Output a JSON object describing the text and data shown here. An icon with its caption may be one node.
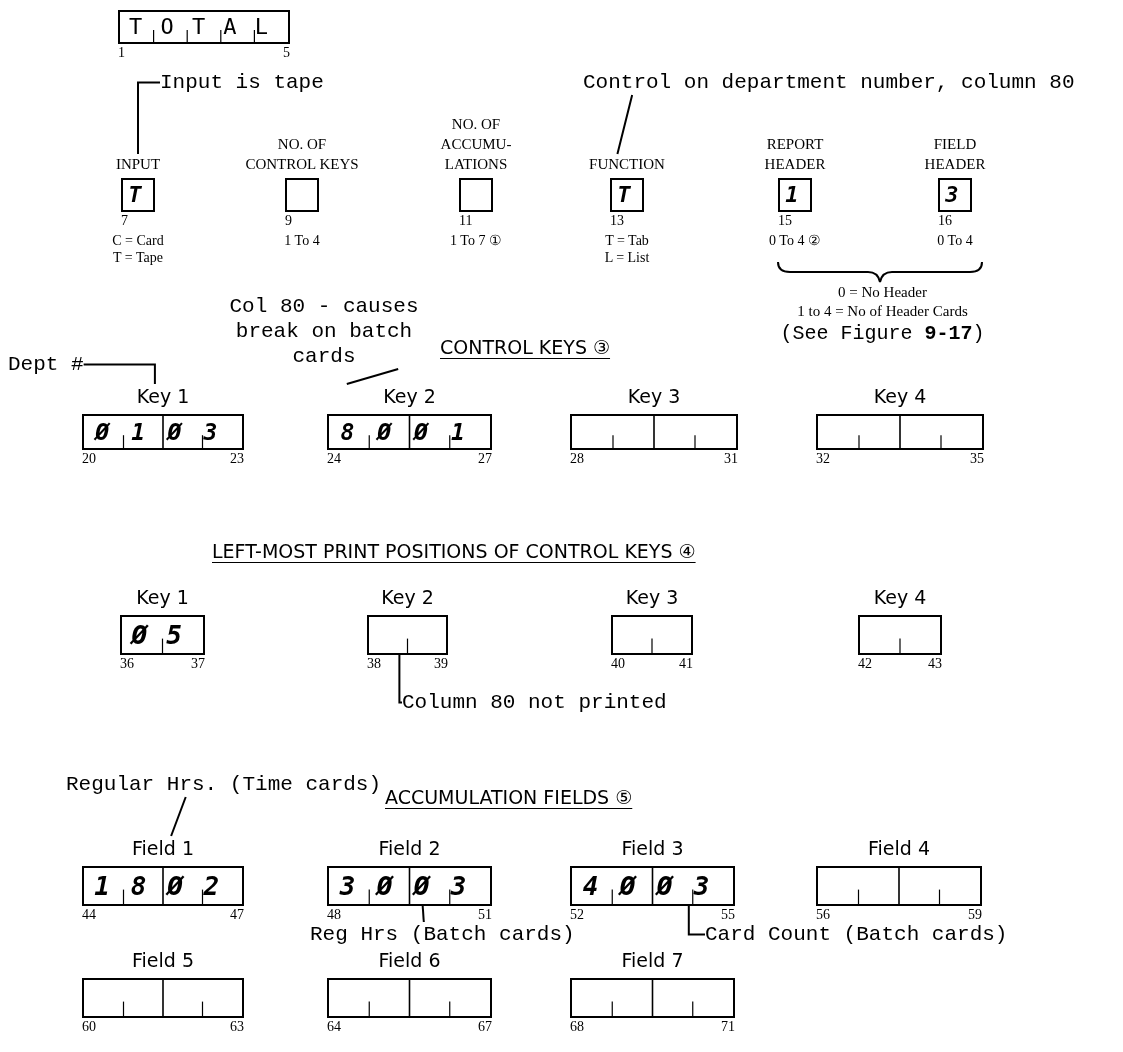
{
  "diagram": {
    "nodes": [
      {
        "text": [
          "TOTAL"
        ],
        "beside": [
          "1",
          "5"
        ]
      },
      {
        "text": [
          "Input is tape"
        ]
      },
      {
        "text": [
          "Control on department number, column 80"
        ]
      },
      {
        "text": [
          "INPUT",
          "T"
        ],
        "beside": [
          "7",
          "C = Card",
          "T = Tape"
        ]
      },
      {
        "text": [
          "NO. OF CONTROL KEYS"
        ],
        "beside": [
          "9",
          "1 To 4"
        ]
      },
      {
        "text": [
          "NO. OF ACCUMU- LATIONS"
        ],
        "beside": [
          "11",
          "1 To 7 ①"
        ]
      },
      {
        "text": [
          "FUNCTION",
          "T"
        ],
        "beside": [
          "13",
          "T = Tab",
          "L = List"
        ]
      },
      {
        "text": [
          "REPORT HEADER",
          "1"
        ],
        "beside": [
          "15",
          "0 To 4 ②"
        ]
      },
      {
        "text": [
          "FIELD HEADER",
          "3"
        ],
        "beside": [
          "16",
          "0 To 4"
        ]
      },
      {
        "text": [
          "Dept #"
        ]
      },
      {
        "text": [
          "Col 80 - causes break on batch cards"
        ]
      },
      {
        "text": [
          "Key 1",
          "Ø1Ø3"
        ],
        "beside": [
          "20",
          "23"
        ]
      },
      {
        "text": [
          "Key 2",
          "8ØØ1"
        ],
        "beside": [
          "24",
          "27"
        ]
      },
      {
        "text": [
          "Key 3"
        ],
        "beside": [
          "28",
          "31"
        ]
      },
      {
        "text": [
          "Key 4"
        ],
        "beside": [
          "32",
          "35"
        ]
      },
      {
        "text": [
          "Key 1",
          "Ø5"
        ],
        "beside": [
          "36",
          "37"
        ]
      },
      {
        "text": [
          "Key 2"
        ],
        "beside": [
          "38",
          "39"
        ]
      },
      {
        "text": [
          "Key 3"
        ],
        "beside": [
          "40",
          "41"
        ]
      },
      {
        "text": [
          "Key 4"
        ],
        "beside": [
          "42",
          "43"
        ]
      },
      {
        "text": [
          "Column 80 not printed"
        ]
      },
      {
        "text": [
          "Regular Hrs. (Time cards)"
        ]
      },
      {
        "text": [
          "Field 1",
          "18Ø2"
        ],
        "beside": [
          "44",
          "47"
        ]
      },
      {
        "text": [
          "Field 2",
          "3ØØ3"
        ],
        "beside": [
          "48",
          "51"
        ]
      },
      {
        "text": [
          "Field 3",
          "4ØØ3"
        ],
        "beside": [
          "52",
          "55"
        ]
      },
      {
        "text": [
          "Field 4"
        ],
        "beside": [
          "56",
          "59"
        ]
      },
      {
        "text": [
          "Reg Hrs (Batch cards)"
        ]
      },
      {
        "text": [
          "Card Count (Batch cards)"
        ]
      },
      {
        "text": [
          "Field 5"
        ],
        "beside": [
          "60",
          "63"
        ]
      },
      {
        "text": [
          "Field 6"
        ],
        "beside": [
          "64",
          "67"
        ]
      },
      {
        "text": [
          "Field 7"
        ],
        "beside": [
          "68",
          "71"
        ]
      }
    ],
    "edges": [
      {
        "from": 1,
        "to": 3,
        "arrow": "none"
      },
      {
        "from": 2,
        "to": 6,
        "arrow": "none"
      },
      {
        "from": 9,
        "to": 11,
        "arrow": "none"
      },
      {
        "from": 10,
        "to": 12,
        "arrow": "none"
      },
      {
        "from": 19,
        "to": 16,
        "arrow": "none"
      },
      {
        "from": 20,
        "to": 21,
        "arrow": "none"
      },
      {
        "from": 25,
        "to": 22,
        "arrow": "none"
      },
      {
        "from": 26,
        "to": 23,
        "arrow": "none"
      }
    ],
    "labels": [
      "0 = No Header",
      "1 to 4 = No of Header Cards",
      "(See Figure **9-17**)",
      "CONTROL KEYS ③",
      "LEFT-MOST PRINT POSITIONS OF CONTROL KEYS ④",
      "ACCUMULATION FIELDS ⑤"
    ]
  }
}
